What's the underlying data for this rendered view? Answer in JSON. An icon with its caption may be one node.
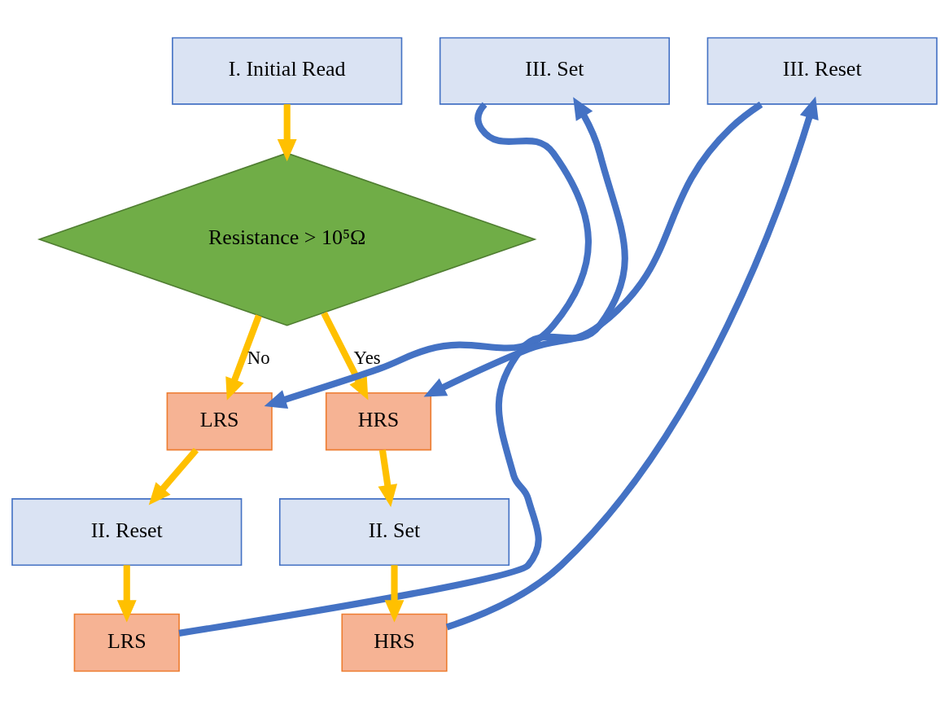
{
  "diagram": {
    "nodes": [
      {
        "text": [
          "I. Initial Read"
        ]
      },
      {
        "text": [
          "Resistance > 10⁵Ω"
        ]
      },
      {
        "text": [
          "LRS"
        ]
      },
      {
        "text": [
          "II. Reset"
        ]
      },
      {
        "text": [
          "III. Set"
        ]
      },
      {
        "text": [
          "LRS"
        ]
      },
      {
        "text": [
          "HRS"
        ]
      },
      {
        "text": [
          "II. Set"
        ]
      },
      {
        "text": [
          "III. Reset"
        ]
      },
      {
        "text": [
          "HRS"
        ]
      }
    ],
    "edges": [
      {
        "from": 0,
        "to": 1,
        "arrow": "to"
      },
      {
        "from": 1,
        "to": 2,
        "arrow": "to",
        "label": "No"
      },
      {
        "from": 1,
        "to": 6,
        "arrow": "to",
        "label": "Yes"
      },
      {
        "from": 2,
        "to": 3,
        "arrow": "to"
      },
      {
        "from": 3,
        "to": 5,
        "arrow": "to"
      },
      {
        "from": 5,
        "to": 4,
        "arrow": "to",
        "color": "#4472c4"
      },
      {
        "from": 4,
        "to": 2,
        "arrow": "to",
        "color": "#4472c4"
      },
      {
        "from": 6,
        "to": 7,
        "arrow": "to"
      },
      {
        "from": 7,
        "to": 9,
        "arrow": "to"
      },
      {
        "from": 9,
        "to": 8,
        "arrow": "to",
        "color": "#4472c4"
      },
      {
        "from": 8,
        "to": 6,
        "arrow": "to",
        "color": "#4472c4"
      }
    ]
  }
}
